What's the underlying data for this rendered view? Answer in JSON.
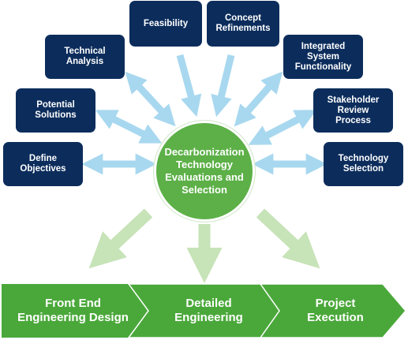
{
  "center": {
    "label": "Decarbonization\nTechnology\nEvaluations and\nSelection"
  },
  "boxes": {
    "define_objectives": "Define\nObjectives",
    "potential_solutions": "Potential\nSolutions",
    "technical_analysis": "Technical\nAnalysis",
    "feasibility": "Feasibility",
    "concept_refinements": "Concept\nRefinements",
    "integrated_system": "Integrated\nSystem\nFunctionality",
    "stakeholder_review": "Stakeholder\nReview\nProcess",
    "technology_selection": "Technology\nSelection"
  },
  "phases": {
    "front_end": "Front End\nEngineering Design",
    "detailed": "Detailed\nEngineering",
    "execution": "Project\nExecution"
  },
  "colors": {
    "box_navy": "#0c2d5c",
    "circle_green": "#5cb047",
    "arrow_blue": "#a8d8ef",
    "arrow_green_light": "#c7e3b8",
    "chevron_green": "#4aa83a"
  }
}
